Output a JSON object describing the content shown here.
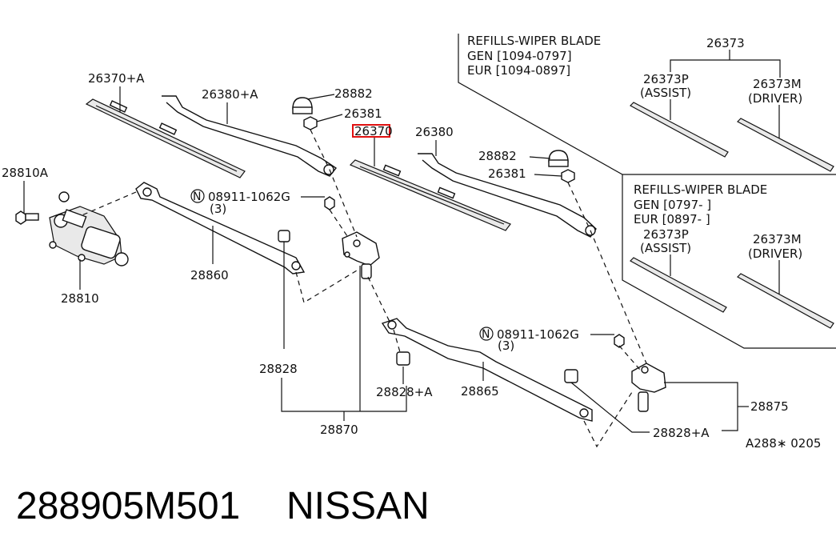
{
  "labels": {
    "p26370a": "26370+A",
    "p26380a": "26380+A",
    "p28882_l": "28882",
    "p26381_l": "26381",
    "p26370": "26370",
    "p26380": "26380",
    "p28882_r": "28882",
    "p26381_r": "26381",
    "p28810a": "28810A",
    "p28810": "28810",
    "p28860": "28860",
    "bolt_l": "08911-1062G",
    "bolt_l_qty": "(3)",
    "bolt_r": "08911-1062G",
    "bolt_r_qty": "(3)",
    "p28828": "28828",
    "p28828a_l": "28828+A",
    "p28865": "28865",
    "p28870": "28870",
    "p28875": "28875",
    "p28828a_r": "28828+A",
    "diagram_code": "A288∗ 0205",
    "n_mark": "N"
  },
  "refills_1": {
    "title": "REFILLS-WIPER BLADE",
    "gen": "GEN [1094-0797]",
    "eur": "EUR [1094-0897]",
    "group": "26373",
    "assist_part": "26373P",
    "assist_label": "(ASSIST)",
    "driver_part": "26373M",
    "driver_label": "(DRIVER)"
  },
  "refills_2": {
    "title": "REFILLS-WIPER BLADE",
    "gen": "GEN [0797-      ]",
    "eur": "EUR [0897-      ]",
    "assist_part": "26373P",
    "assist_label": "(ASSIST)",
    "driver_part": "26373M",
    "driver_label": "(DRIVER)"
  },
  "footer": {
    "part_number": "288905M501",
    "brand": "NISSAN"
  },
  "colors": {
    "highlight": "#e01010",
    "line": "#111111"
  }
}
